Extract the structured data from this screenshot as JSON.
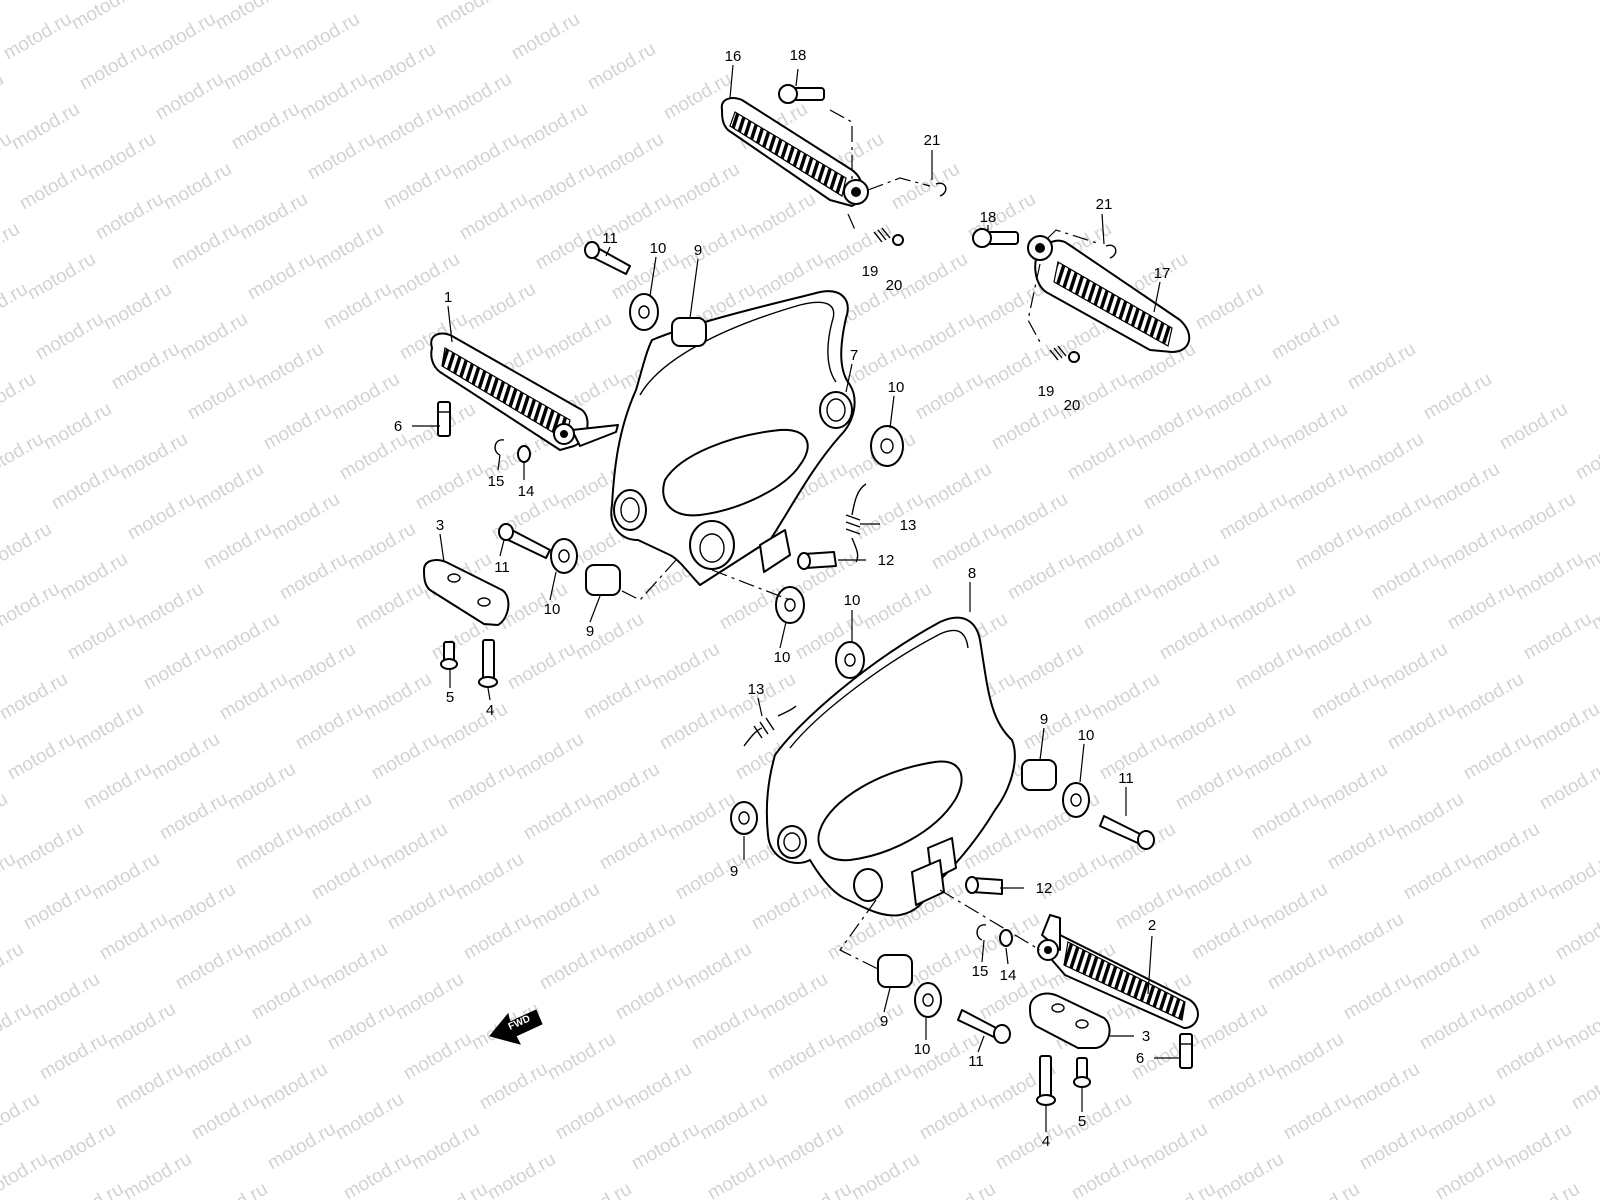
{
  "watermark": {
    "text": "motod.ru",
    "color": "#d2d2d2"
  },
  "fwd_arrow": {
    "label": "FWD"
  },
  "callouts": [
    {
      "id": "c1",
      "text": "1"
    },
    {
      "id": "c2",
      "text": "2"
    },
    {
      "id": "c3a",
      "text": "3"
    },
    {
      "id": "c3b",
      "text": "3"
    },
    {
      "id": "c4a",
      "text": "4"
    },
    {
      "id": "c4b",
      "text": "4"
    },
    {
      "id": "c5a",
      "text": "5"
    },
    {
      "id": "c5b",
      "text": "5"
    },
    {
      "id": "c6a",
      "text": "6"
    },
    {
      "id": "c6b",
      "text": "6"
    },
    {
      "id": "c7",
      "text": "7"
    },
    {
      "id": "c8",
      "text": "8"
    },
    {
      "id": "c9a",
      "text": "9"
    },
    {
      "id": "c9b",
      "text": "9"
    },
    {
      "id": "c9c",
      "text": "9"
    },
    {
      "id": "c9d",
      "text": "9"
    },
    {
      "id": "c9e",
      "text": "9"
    },
    {
      "id": "c10a",
      "text": "10"
    },
    {
      "id": "c10b",
      "text": "10"
    },
    {
      "id": "c10c",
      "text": "10"
    },
    {
      "id": "c10d",
      "text": "10"
    },
    {
      "id": "c10e",
      "text": "10"
    },
    {
      "id": "c10f",
      "text": "10"
    },
    {
      "id": "c10g",
      "text": "10"
    },
    {
      "id": "c11a",
      "text": "11"
    },
    {
      "id": "c11b",
      "text": "11"
    },
    {
      "id": "c11c",
      "text": "11"
    },
    {
      "id": "c11d",
      "text": "11"
    },
    {
      "id": "c12a",
      "text": "12"
    },
    {
      "id": "c12b",
      "text": "12"
    },
    {
      "id": "c13a",
      "text": "13"
    },
    {
      "id": "c13b",
      "text": "13"
    },
    {
      "id": "c14a",
      "text": "14"
    },
    {
      "id": "c14b",
      "text": "14"
    },
    {
      "id": "c15a",
      "text": "15"
    },
    {
      "id": "c15b",
      "text": "15"
    },
    {
      "id": "c16",
      "text": "16"
    },
    {
      "id": "c17",
      "text": "17"
    },
    {
      "id": "c18a",
      "text": "18"
    },
    {
      "id": "c18b",
      "text": "18"
    },
    {
      "id": "c19a",
      "text": "19"
    },
    {
      "id": "c19b",
      "text": "19"
    },
    {
      "id": "c20a",
      "text": "20"
    },
    {
      "id": "c20b",
      "text": "20"
    },
    {
      "id": "c21a",
      "text": "21"
    },
    {
      "id": "c21b",
      "text": "21"
    }
  ]
}
